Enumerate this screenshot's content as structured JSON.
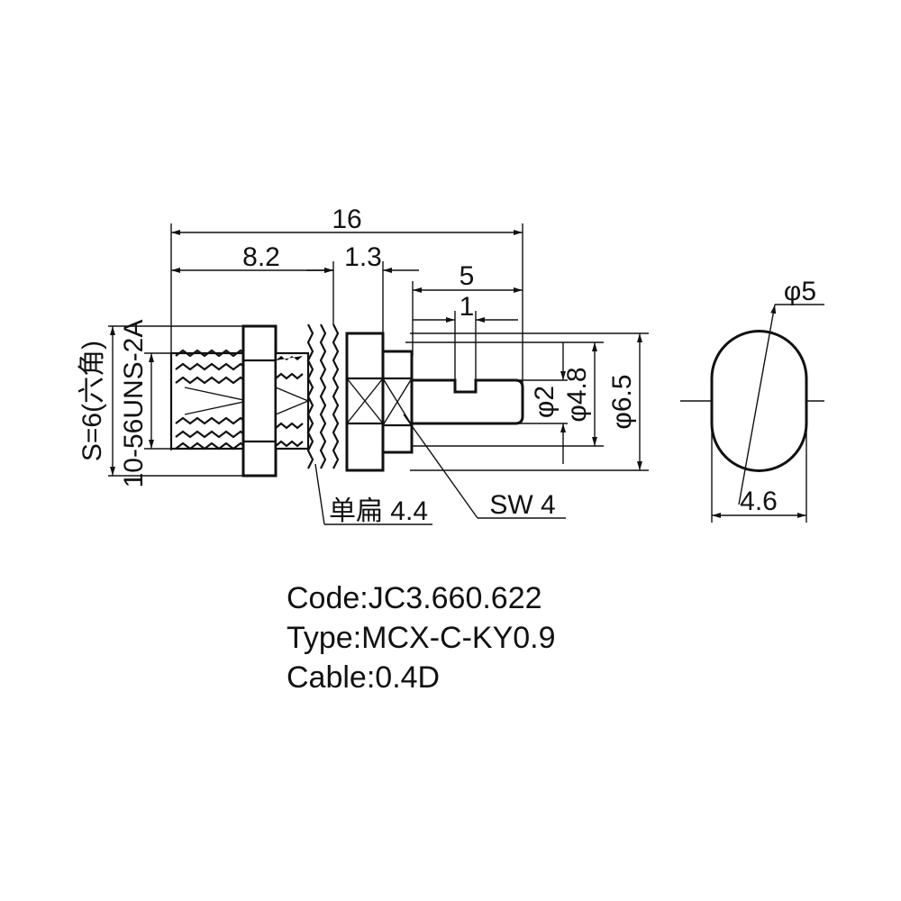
{
  "dimensions": {
    "overall_length": "16",
    "body_length": "8.2",
    "flange_thickness": "1.3",
    "pin_length": "5",
    "slot_width": "1",
    "pin_diameter": "φ2",
    "nut_diameter": "φ4.8",
    "flange_diameter": "φ6.5",
    "end_diameter": "φ5",
    "end_flat": "4.6",
    "hex_size": "S=6(六角)",
    "thread": "10-56UNS-2A",
    "washer": "单扁 4.4",
    "spanner": "SW 4"
  },
  "specs": {
    "code": "Code:JC3.660.622",
    "type": "Type:MCX-C-KY0.9",
    "cable": "Cable:0.4D"
  }
}
